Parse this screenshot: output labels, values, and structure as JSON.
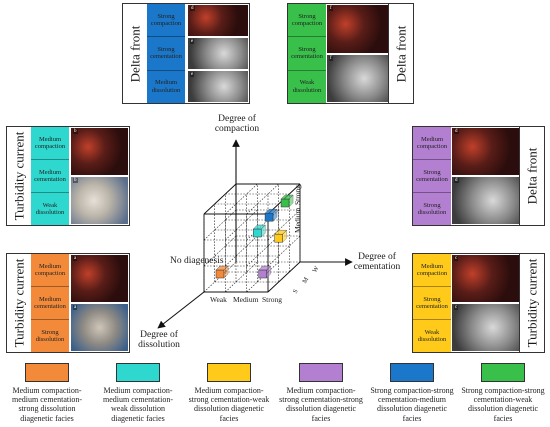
{
  "colors": {
    "orange": "#f28a3a",
    "cyan": "#2fd8cf",
    "yellow": "#ffca1a",
    "purple": "#b37fd1",
    "blue": "#1b77c9",
    "green": "#38c04a"
  },
  "panels": {
    "top_left": {
      "title": "Delta front",
      "color": "#1b77c9",
      "tags": [
        "Strong compaction",
        "Strong cementation",
        "Medium dissolution"
      ],
      "photos": [
        "d",
        "e",
        "e"
      ]
    },
    "top_right": {
      "title": "Delta front",
      "color": "#38c04a",
      "tags": [
        "Strong compaction",
        "Strong cementation",
        "Weak dissolution"
      ],
      "photos": [
        "f",
        "f"
      ]
    },
    "mid_left": {
      "title": "Turbidity current",
      "color": "#2fd8cf",
      "tags": [
        "Medium compaction",
        "Medium cementation",
        "Weak dissolution"
      ],
      "photos": [
        "b",
        "b"
      ]
    },
    "mid_right": {
      "title": "Delta front",
      "color": "#b37fd1",
      "tags": [
        "Medium compaction",
        "Strong cementation",
        "Strong dissolution"
      ],
      "photos": [
        "d",
        "d"
      ]
    },
    "bot_left": {
      "title": "Turbidity current",
      "color": "#f28a3a",
      "tags": [
        "Medium compaction",
        "Medium cementation",
        "Strong dissolution"
      ],
      "photos": [
        "a",
        "a"
      ]
    },
    "bot_right": {
      "title": "Turbidity current",
      "color": "#ffca1a",
      "tags": [
        "Medium compaction",
        "Strong cementation",
        "Weak dissolution"
      ],
      "photos": [
        "c",
        "c"
      ]
    }
  },
  "cube": {
    "z_label": "Degree of compaction",
    "x_label": "Degree of cementation",
    "y_label": "Degree of dissolution",
    "origin_label": "No diagenesis",
    "z_ticks": [
      "Medium",
      "Strong"
    ],
    "x_ticks": [
      "Weak",
      "Medium",
      "Strong"
    ],
    "y_ticks": [
      "W",
      "M",
      "S"
    ]
  },
  "legend": [
    {
      "color": "#f28a3a",
      "text": "Medium compaction-medium cementation-strong dissolution diagenetic facies"
    },
    {
      "color": "#2fd8cf",
      "text": "Medium compaction-medium cementation-weak dissolution diagenetic facies"
    },
    {
      "color": "#ffca1a",
      "text": "Medium compaction-strong cementation-weak dissolution diagenetic facies"
    },
    {
      "color": "#b37fd1",
      "text": "Medium compaction-strong cementation-strong dissolution diagenetic facies"
    },
    {
      "color": "#1b77c9",
      "text": "Strong compaction-strong cementation-medium dissolution diagenetic facies"
    },
    {
      "color": "#38c04a",
      "text": "Strong compaction-strong cementation-weak dissolution diagenetic facies"
    }
  ]
}
